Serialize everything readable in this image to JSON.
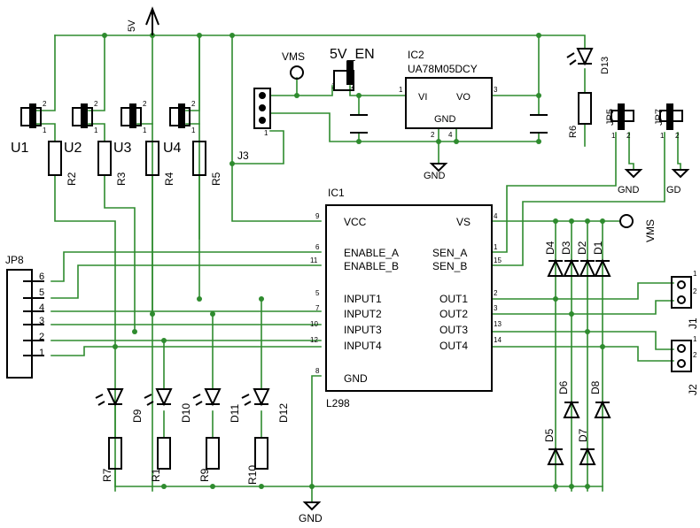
{
  "colors": {
    "wire": "#2e8b2e",
    "component": "#000000",
    "background": "#ffffff"
  },
  "supply": {
    "five_v": "5V",
    "vms": "VMS",
    "five_v_en": "5V_EN",
    "gnd": "GND",
    "gd": "GD"
  },
  "switches": [
    {
      "name": "U1",
      "pin1": "1",
      "pin2": "2"
    },
    {
      "name": "U2",
      "pin1": "1",
      "pin2": "2"
    },
    {
      "name": "U3",
      "pin1": "1",
      "pin2": "2"
    },
    {
      "name": "U4",
      "pin1": "1",
      "pin2": "2"
    }
  ],
  "resistors_top": [
    "R2",
    "R3",
    "R4",
    "R5"
  ],
  "regulator": {
    "ref": "IC2",
    "part": "UA78M05DCY",
    "vi": "VI",
    "vo": "VO",
    "gnd": "GND",
    "pin_vi": "1",
    "pin_vo": "3",
    "pin_gnd_a": "2",
    "pin_gnd_b": "4"
  },
  "jumper_en": {
    "pin1": "1",
    "pin2": "2"
  },
  "j3": {
    "name": "J3",
    "pin": "1"
  },
  "led_power": {
    "led": "D13",
    "res": "R6"
  },
  "jp5": {
    "name": "JP5",
    "pin1": "1",
    "pin2": "2"
  },
  "jp7": {
    "name": "JP7",
    "pin1": "1",
    "pin2": "2"
  },
  "ic1": {
    "ref": "IC1",
    "part": "L298",
    "left_pins": [
      {
        "name": "VCC",
        "num": "9"
      },
      {
        "name": "ENABLE_A",
        "num": "6"
      },
      {
        "name": "ENABLE_B",
        "num": "11"
      },
      {
        "name": "INPUT1",
        "num": "5"
      },
      {
        "name": "INPUT2",
        "num": "7"
      },
      {
        "name": "INPUT3",
        "num": "10"
      },
      {
        "name": "INPUT4",
        "num": "12"
      },
      {
        "name": "GND",
        "num": "8"
      }
    ],
    "right_pins": [
      {
        "name": "VS",
        "num": "4"
      },
      {
        "name": "SEN_A",
        "num": "1"
      },
      {
        "name": "SEN_B",
        "num": "15"
      },
      {
        "name": "OUT1",
        "num": "2"
      },
      {
        "name": "OUT2",
        "num": "3"
      },
      {
        "name": "OUT3",
        "num": "13"
      },
      {
        "name": "OUT4",
        "num": "14"
      }
    ]
  },
  "jp8": {
    "name": "JP8",
    "pins": [
      "6",
      "5",
      "4",
      "3",
      "2",
      "1"
    ]
  },
  "diodes_top": [
    "D4",
    "D3",
    "D2",
    "D1"
  ],
  "diodes_bottom": [
    "D5",
    "D6",
    "D7",
    "D8"
  ],
  "leds_bottom": [
    "D9",
    "D10",
    "D11",
    "D12"
  ],
  "resistors_bottom": [
    "R7",
    "R1",
    "R9",
    "R10"
  ],
  "j1": {
    "name": "J1",
    "pin1": "1",
    "pin2": "2"
  },
  "j2": {
    "name": "J2",
    "pin1": "1",
    "pin2": "2"
  }
}
